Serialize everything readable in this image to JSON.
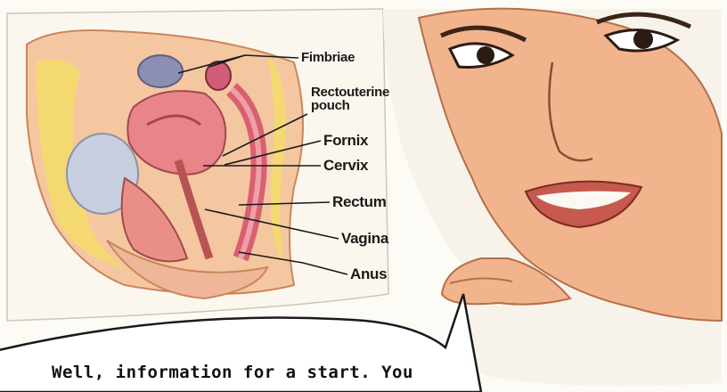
{
  "labels": {
    "fimbriae": "Fimbriae",
    "rectouterine_line1": "Rectouterine",
    "rectouterine_line2": "pouch",
    "fornix": "Fornix",
    "cervix": "Cervix",
    "rectum": "Rectum",
    "vagina": "Vagina",
    "anus": "Anus"
  },
  "speech": {
    "text": "Well, information for a start. You"
  },
  "colors": {
    "background": "#fdfbf5",
    "skin": "#f2b48c",
    "uterus": "#e9848a",
    "bladder": "#c8cfe0",
    "fat": "#f3dc6a",
    "outline": "#1a1a1a"
  }
}
